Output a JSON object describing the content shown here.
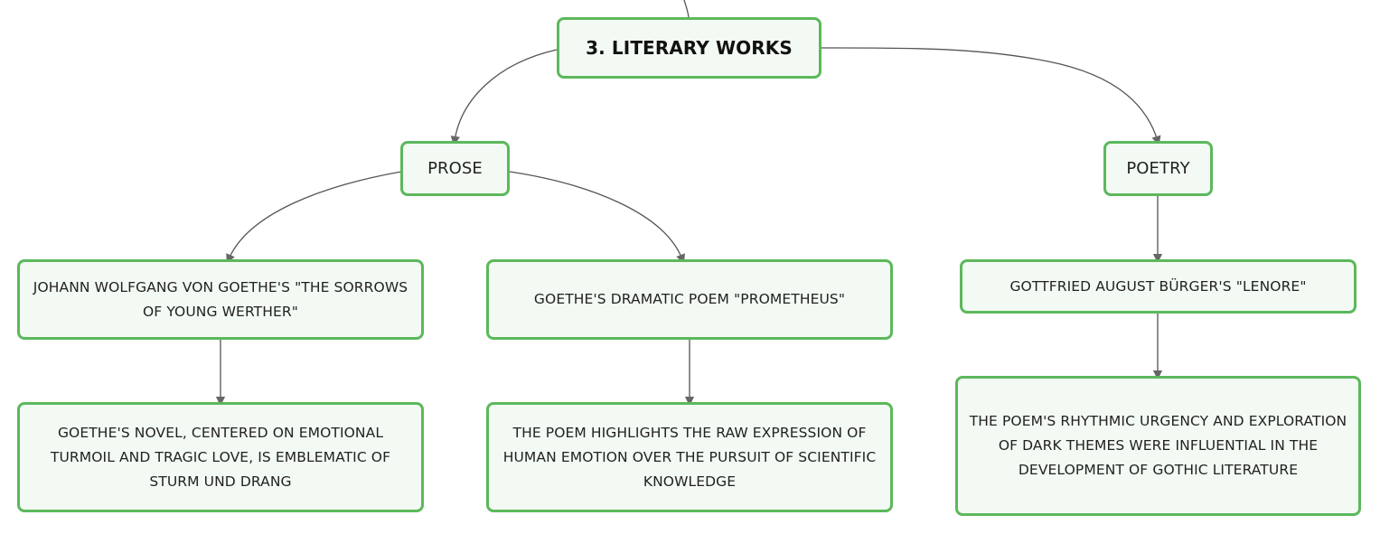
{
  "diagram": {
    "root": {
      "label": "3. LITERARY WORKS"
    },
    "prose": {
      "label": "PROSE"
    },
    "poetry": {
      "label": "POETRY"
    },
    "werther": {
      "label": "JOHANN WOLFGANG VON GOETHE'S \"THE SORROWS OF YOUNG WERTHER\""
    },
    "prometheus": {
      "label": "GOETHE'S DRAMATIC POEM \"PROMETHEUS\""
    },
    "lenore": {
      "label": "GOTTFRIED AUGUST BÜRGER'S \"LENORE\""
    },
    "werther_note": {
      "label": "GOETHE'S NOVEL, CENTERED ON EMOTIONAL TURMOIL AND TRAGIC LOVE, IS EMBLEMATIC OF STURM UND DRANG"
    },
    "prometheus_note": {
      "label": "THE POEM HIGHLIGHTS THE RAW EXPRESSION OF HUMAN EMOTION OVER THE PURSUIT OF SCIENTIFIC KNOWLEDGE"
    },
    "lenore_note": {
      "label": "THE POEM'S RHYTHMIC URGENCY AND EXPLORATION OF DARK THEMES WERE INFLUENTIAL IN THE DEVELOPMENT OF GOTHIC LITERATURE"
    },
    "colors": {
      "node_border": "#5cb85c",
      "node_fill": "#f3faf3",
      "connector": "#555555"
    }
  }
}
